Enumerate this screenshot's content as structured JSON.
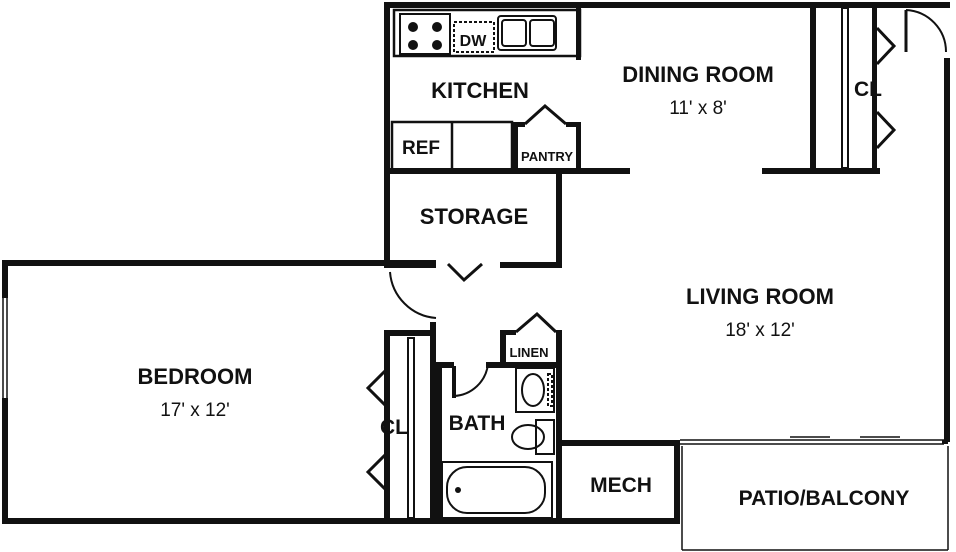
{
  "rooms": {
    "kitchen": {
      "name": "KITCHEN"
    },
    "dining": {
      "name": "DINING ROOM",
      "size": "11' x 8'"
    },
    "closet_top": {
      "name": "CL"
    },
    "ref": {
      "name": "REF"
    },
    "pantry": {
      "name": "PANTRY"
    },
    "dw": {
      "name": "DW"
    },
    "storage": {
      "name": "STORAGE"
    },
    "living": {
      "name": "LIVING ROOM",
      "size": "18' x 12'"
    },
    "bedroom": {
      "name": "BEDROOM",
      "size": "17' x 12'"
    },
    "closet_bed": {
      "name": "CL"
    },
    "linen": {
      "name": "LINEN"
    },
    "bath": {
      "name": "BATH"
    },
    "mech": {
      "name": "MECH"
    },
    "patio": {
      "name": "PATIO/BALCONY"
    }
  },
  "colors": {
    "wall": "#111111",
    "background": "#ffffff"
  }
}
